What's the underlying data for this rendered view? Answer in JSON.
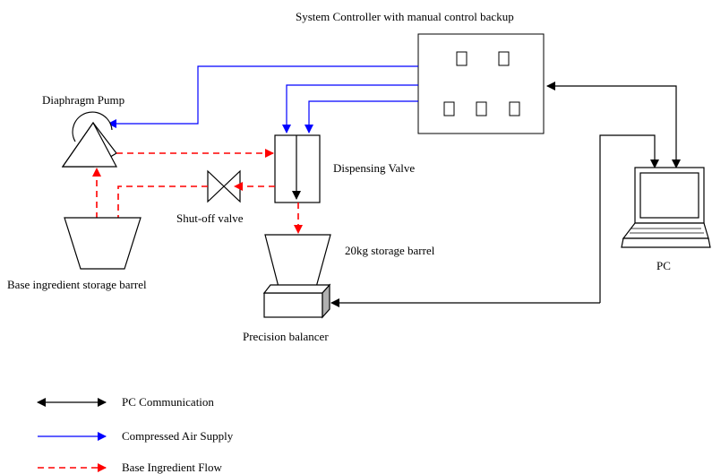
{
  "labels": {
    "controller": "System Controller with manual control backup",
    "pump": "Diaphragm Pump",
    "dispensing_valve": "Dispensing Valve",
    "shutoff_valve": "Shut-off valve",
    "storage_barrel_20kg": "20kg storage barrel",
    "base_barrel": "Base ingredient storage barrel",
    "balancer": "Precision balancer",
    "pc": "PC"
  },
  "legend": [
    {
      "label": "PC Communication",
      "style": "double-arrow",
      "color": "#000000"
    },
    {
      "label": "Compressed Air Supply",
      "style": "solid-arrow",
      "color": "#0000ff"
    },
    {
      "label": "Base Ingredient Flow",
      "style": "dashed-arrow",
      "color": "#ff0000"
    }
  ],
  "colors": {
    "communication": "#000000",
    "air": "#0000ff",
    "flow": "#ff0000",
    "balancer_side": "#b0b0b0"
  }
}
